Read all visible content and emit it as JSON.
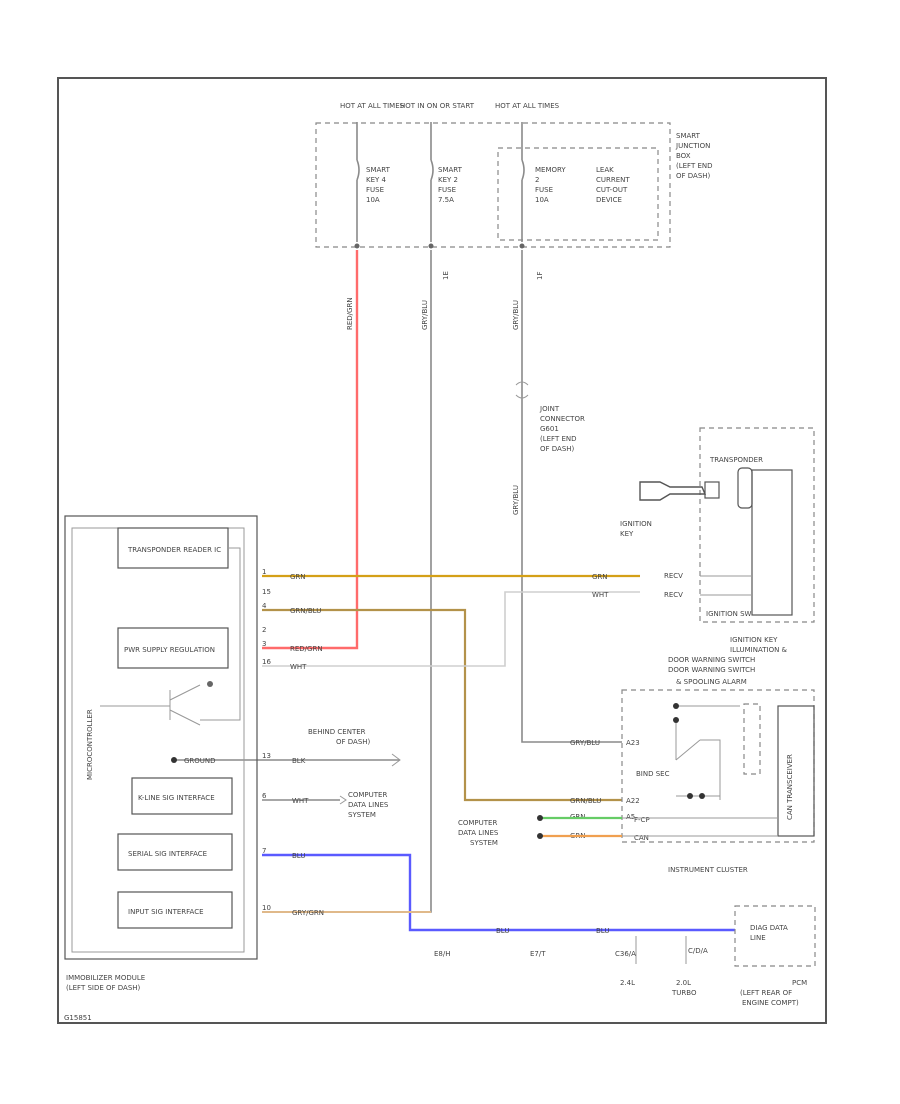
{
  "diagram": {
    "fuse_box": {
      "sources": [
        "HOT AT ALL TIMES",
        "HOT IN ON OR START",
        "HOT AT ALL TIMES"
      ],
      "fuses": [
        [
          "SMART",
          "KEY 4",
          "FUSE",
          "10A"
        ],
        [
          "SMART",
          "KEY 2",
          "FUSE",
          "7.5A"
        ],
        [
          "MEMORY",
          "2",
          "FUSE",
          "10A"
        ]
      ],
      "device": [
        "LEAK",
        "CURRENT",
        "CUT-OUT",
        "DEVICE"
      ],
      "name": [
        "SMART",
        "JUNCTION",
        "BOX",
        "(LEFT END",
        "OF DASH)"
      ],
      "conn_ids": [
        "1E",
        "1F"
      ]
    },
    "wire_labels_vertical": [
      "RED/GRN",
      "GRY/BLU",
      "GRY/BLU",
      "GRY/BLU"
    ],
    "joint_connector": [
      "JOINT",
      "CONNECTOR",
      "G601",
      "(LEFT END",
      "OF DASH)"
    ],
    "ignition": {
      "key_label": [
        "IGNITION",
        "KEY"
      ],
      "transponder": "TRANSPONDER",
      "switch_name": "IGNITION SW",
      "pins": [
        "RECV",
        "RECV"
      ],
      "desc": [
        "IGNITION KEY",
        "ILLUMINATION &",
        "DOOR WARNING SWITCH",
        "DOOR WARNING SWITCH",
        "& SPOOLING ALARM"
      ]
    },
    "immobilizer": {
      "blocks": [
        "TRANSPONDER READER IC",
        "PWR SUPPLY REGULATION",
        "K-LINE SIG INTERFACE",
        "SERIAL SIG INTERFACE",
        "INPUT SIG INTERFACE"
      ],
      "side_label": "MICROCONTROLLER",
      "ground": "GROUND",
      "pins": [
        "1",
        "15",
        "4",
        "2",
        "3",
        "16",
        "13",
        "6",
        "7",
        "10"
      ],
      "name": [
        "IMMOBILIZER MODULE",
        "(LEFT SIDE OF DASH)"
      ]
    },
    "wire_labels": [
      "GRN",
      "GRN",
      "WHT",
      "GRN/BLU",
      "RED/GRN",
      "WHT",
      "BLK",
      "WHT",
      "BLU",
      "GRY/GRN",
      "GRY/BLU",
      "GRN/BLU",
      "GRN",
      "GRN",
      "BLU",
      "BLU"
    ],
    "ground_note": [
      "BEHIND CENTER",
      "OF DASH)"
    ],
    "computer_data_lines": [
      "COMPUTER",
      "DATA LINES",
      "SYSTEM"
    ],
    "cluster": {
      "name": "INSTRUMENT CLUSTER",
      "pins": [
        "A23",
        "A22",
        "A5"
      ],
      "inner": "BIND SEC",
      "side": "CAN TRANSCEIVER",
      "lines": [
        "F-CP",
        "CAN"
      ]
    },
    "dlc_connectors": [
      "E8/H",
      "E7/T",
      "C36/A",
      "C/D/A"
    ],
    "pcm": {
      "dlc": [
        "DIAG DATA",
        "LINE"
      ],
      "name": [
        "PCM",
        "(LEFT REAR OF",
        "ENGINE COMPT)"
      ],
      "engines": [
        [
          "2.4L"
        ],
        [
          "2.0L",
          "TURBO"
        ]
      ]
    },
    "footer_code": "G15851"
  }
}
